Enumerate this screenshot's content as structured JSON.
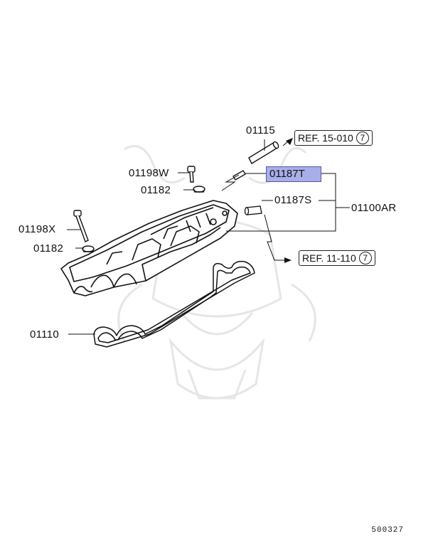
{
  "labels": {
    "p01115": "01115",
    "p01198W": "01198W",
    "p01182_top": "01182",
    "p01187T": "01187T",
    "p01187S": "01187S",
    "p01100AR": "01100AR",
    "p01198X": "01198X",
    "p01182_bottom": "01182",
    "p01110": "01110"
  },
  "refs": {
    "ref1_text": "REF. 15-010",
    "ref1_num": "7",
    "ref2_text": "REF. 11-110",
    "ref2_num": "7"
  },
  "diagram_number": "500327",
  "highlight_color": "#a8aee8"
}
